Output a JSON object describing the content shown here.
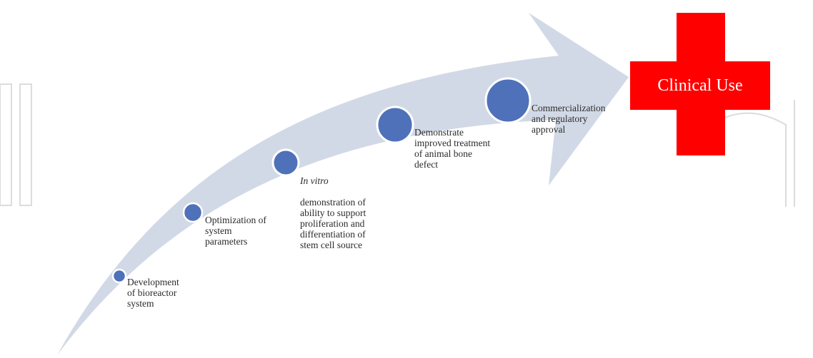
{
  "steps": [
    {
      "id": "step-1",
      "label": "Development\nof bioreactor\nsystem"
    },
    {
      "id": "step-2",
      "label": "Optimization of\nsystem\nparameters"
    },
    {
      "id": "step-3",
      "label_em": "In vitro",
      "label": "demonstration of\nability to support\nproliferation and\ndifferentiation of\nstem cell source"
    },
    {
      "id": "step-4",
      "label": "Demonstrate\nimproved treatment\nof animal bone\ndefect"
    },
    {
      "id": "step-5",
      "label": "Commercialization\nand regulatory\napproval"
    }
  ],
  "goal": {
    "label": "Clinical Use"
  },
  "colors": {
    "arrow": "#d2d9e6",
    "circle_fill": "#4f71b9",
    "circle_stroke": "#ffffff",
    "cross": "#ff0000",
    "cross_text": "#ffffff",
    "watermark": "#dcdcdc"
  }
}
